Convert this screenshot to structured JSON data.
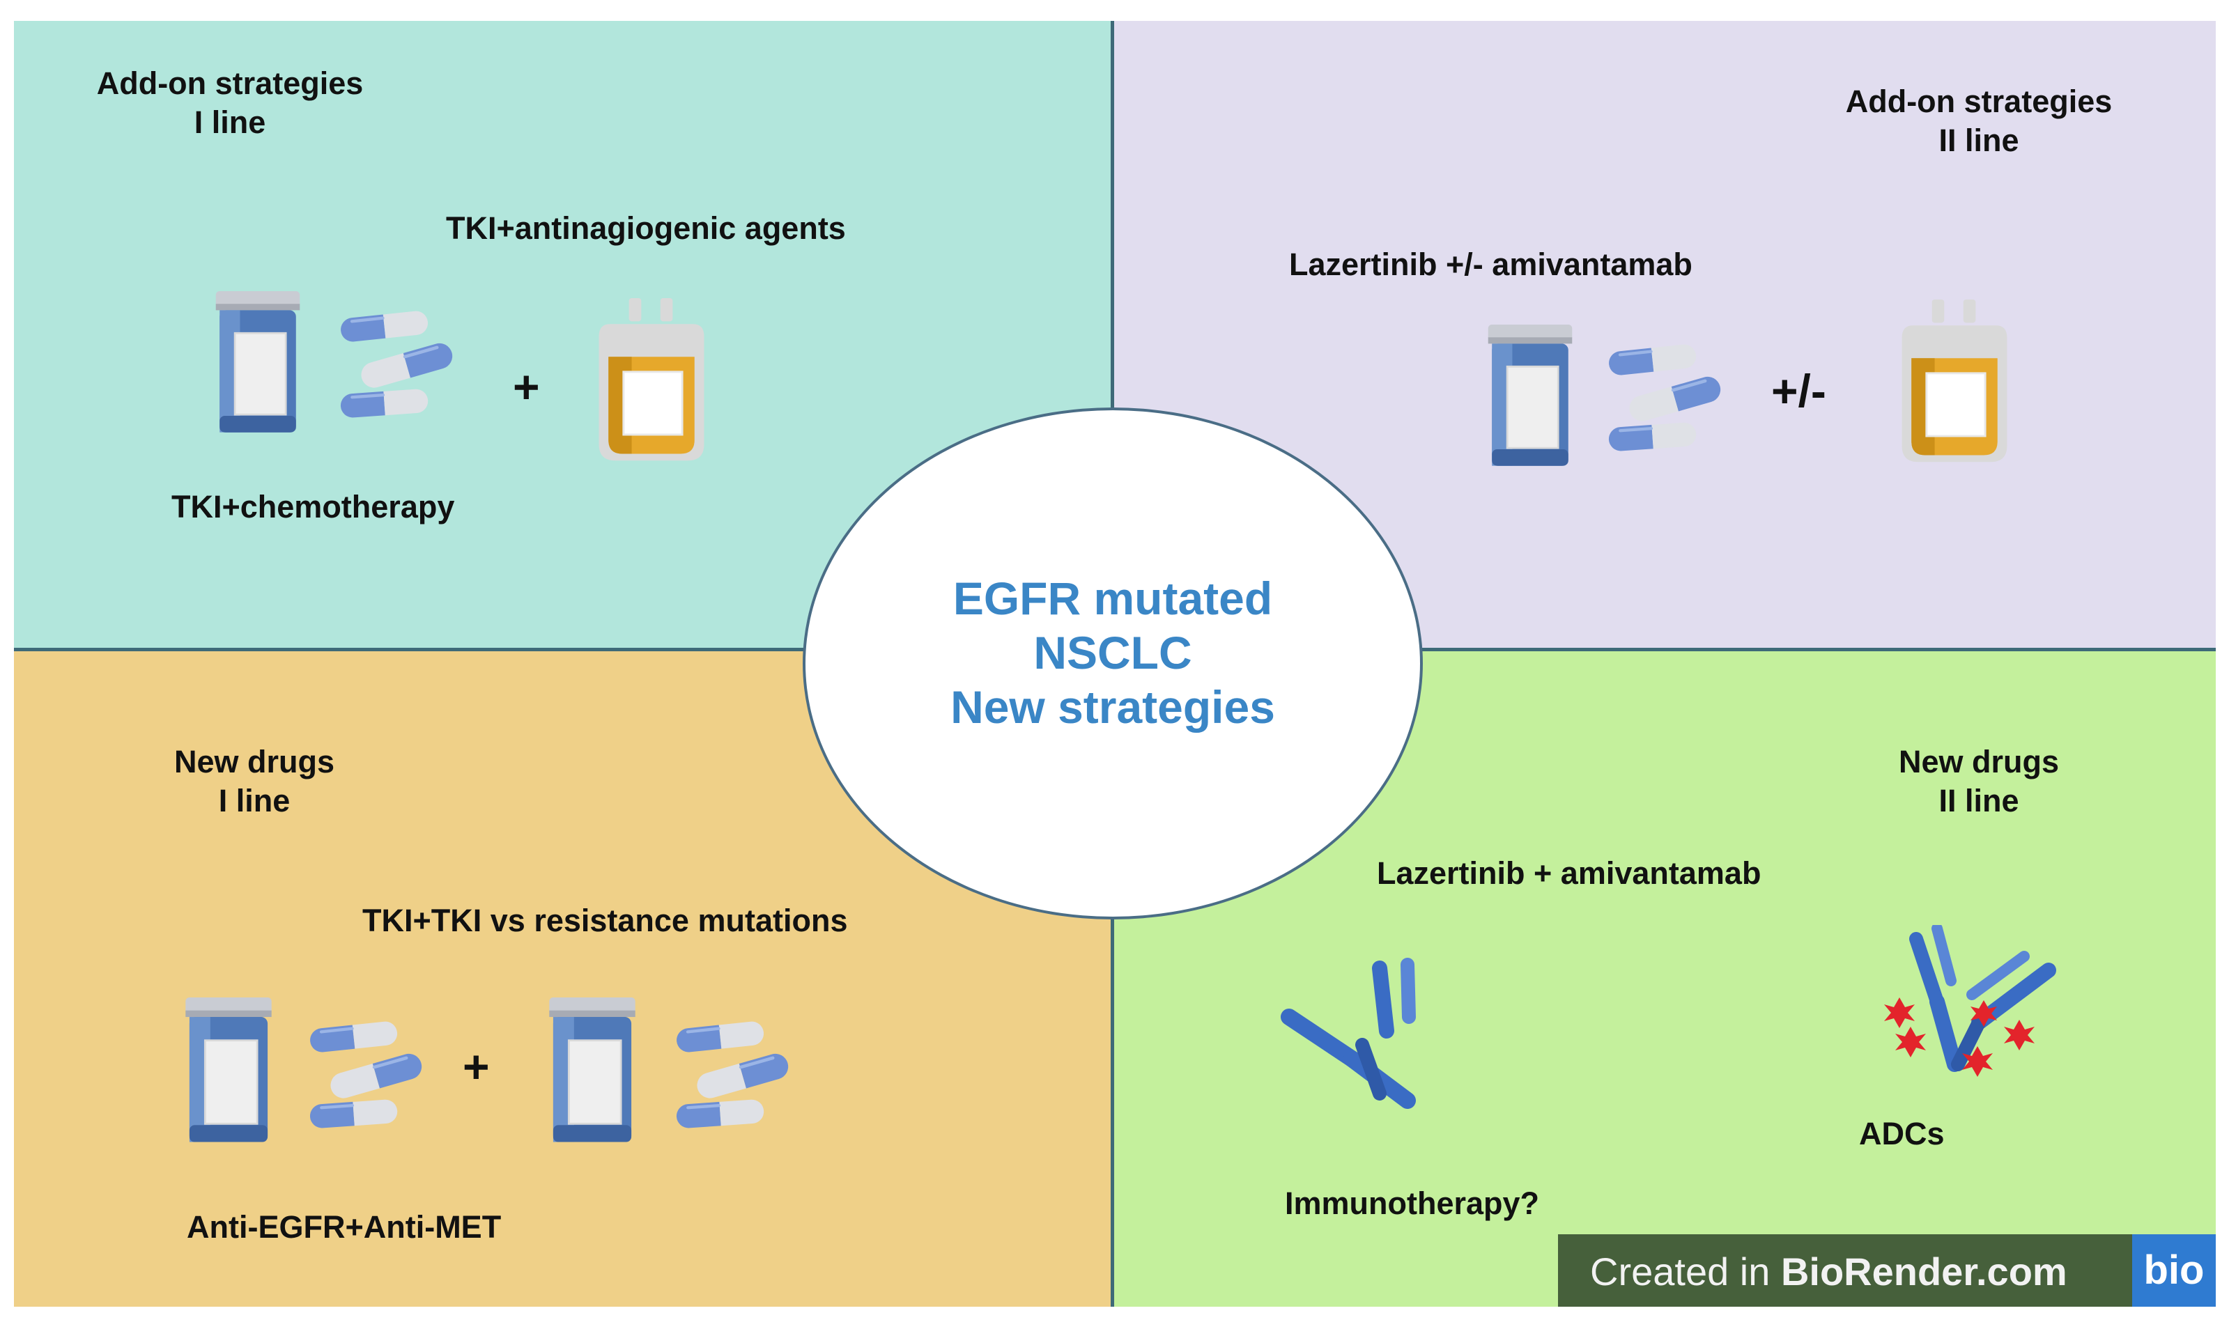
{
  "quadrants": {
    "top_left": {
      "heading_line1": "Add-on strategies",
      "heading_line2": "I line",
      "label_top": "TKI+antinagiogenic agents",
      "operator": "+",
      "label_bottom": "TKI+chemotherapy",
      "color": "#b2e6dc"
    },
    "top_right": {
      "heading_line1": "Add-on strategies",
      "heading_line2": "II line",
      "label_top": "Lazertinib +/- amivantamab",
      "operator": "+/-",
      "color": "#e1ddef"
    },
    "bottom_left": {
      "heading_line1": "New drugs",
      "heading_line2": "I line",
      "label_top": "TKI+TKI vs resistance mutations",
      "operator": "+",
      "label_bottom": "Anti-EGFR+Anti-MET",
      "color": "#efd088"
    },
    "bottom_right": {
      "heading_line1": "New drugs",
      "heading_line2": "II line",
      "label_top": "Lazertinib + amivantamab",
      "label_adcs": "ADCs",
      "label_immuno": "Immunotherapy?",
      "color": "#c4f09c"
    }
  },
  "center": {
    "line1": "EGFR mutated",
    "line2": "NSCLC",
    "line3": "New strategies",
    "color": "#3a86c6"
  },
  "watermark": {
    "prefix": "Created in ",
    "brand": "BioRender.com",
    "logo": "bio"
  },
  "icons": [
    "pill-bottle-icon",
    "capsules-icon",
    "iv-bag-icon",
    "antibody-icon",
    "adc-antibody-icon"
  ]
}
